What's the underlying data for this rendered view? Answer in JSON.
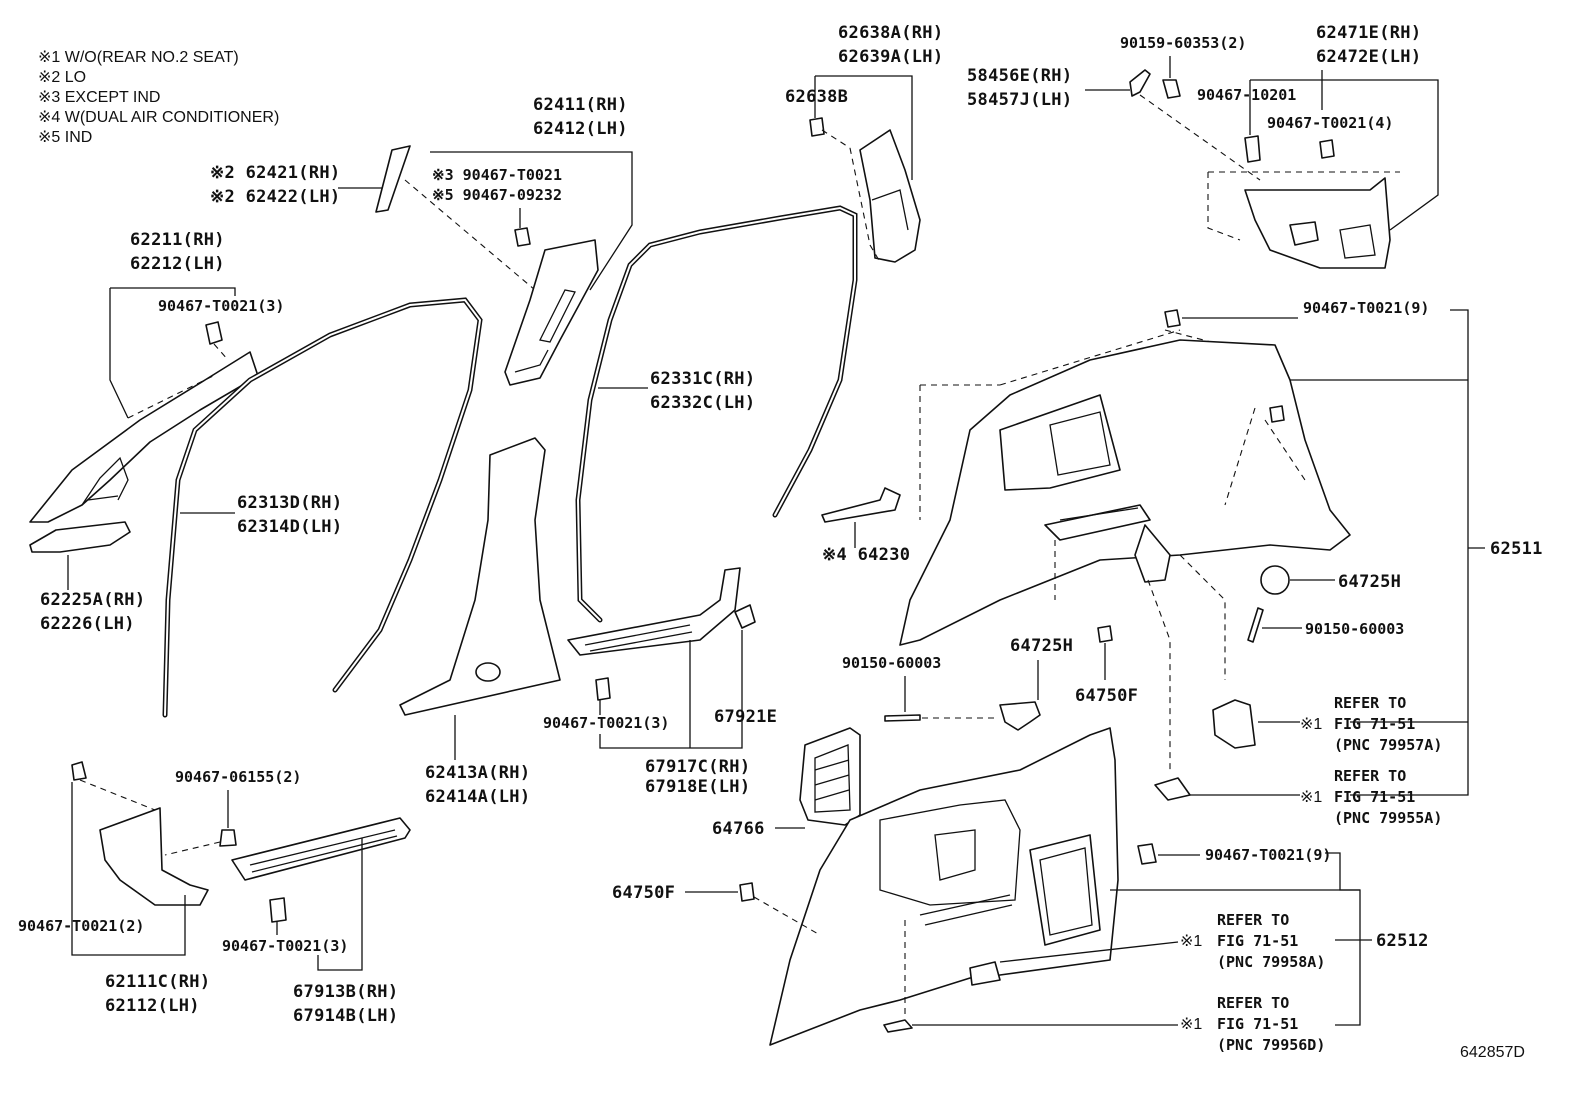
{
  "notes": [
    "※1 W/O(REAR NO.2 SEAT)",
    "※2 LO",
    "※3 EXCEPT IND",
    "※4 W(DUAL AIR CONDITIONER)",
    "※5 IND"
  ],
  "labels": {
    "p62421": "※2 62421(RH)",
    "p62422": "※2 62422(LH)",
    "p62411": "62411(RH)",
    "p62412": "62412(LH)",
    "p90467_t0021_a": "※3 90467-T0021",
    "p90467_09232": "※5 90467-09232",
    "p62211": "62211(RH)",
    "p62212": "62212(LH)",
    "p90467_t0021_3a": "90467-T0021(3)",
    "p62313d": "62313D(RH)",
    "p62314d": "62314D(LH)",
    "p62225a": "62225A(RH)",
    "p62226": "62226(LH)",
    "p62331c": "62331C(RH)",
    "p62332c": "62332C(LH)",
    "p62638a": "62638A(RH)",
    "p62639a": "62639A(LH)",
    "p62638b": "62638B",
    "p58456e": "58456E(RH)",
    "p58457j": "58457J(LH)",
    "p90159_60353": "90159-60353(2)",
    "p62471e": "62471E(RH)",
    "p62472e": "62472E(LH)",
    "p90467_10201": "90467-10201",
    "p90467_t0021_4": "90467-T0021(4)",
    "p90467_t0021_9a": "90467-T0021(9)",
    "p62511": "62511",
    "p64230": "※4 64230",
    "p64725h_a": "64725H",
    "p90150_60003_a": "90150-60003",
    "p90150_60003_b": "90150-60003",
    "p64725h_b": "64725H",
    "p64750f_a": "64750F",
    "p62413a": "62413A(RH)",
    "p62414a": "62414A(LH)",
    "p90467_t0021_3b": "90467-T0021(3)",
    "p67921e": "67921E",
    "p67917c": "67917C(RH)",
    "p67918e": "67918E(LH)",
    "p90467_06155": "90467-06155(2)",
    "p90467_t0021_2": "90467-T0021(2)",
    "p62111c": "62111C(RH)",
    "p62112": "62112(LH)",
    "p90467_t0021_3c": "90467-T0021(3)",
    "p67913b": "67913B(RH)",
    "p67914b": "67914B(LH)",
    "p64766": "64766",
    "p64750f_b": "64750F",
    "p90467_t0021_9b": "90467-T0021(9)",
    "p62512": "62512"
  },
  "refs": [
    {
      "mark": "※1",
      "l1": "REFER TO",
      "l2": "FIG 71-51",
      "l3": "(PNC 79957A)"
    },
    {
      "mark": "※1",
      "l1": "REFER TO",
      "l2": "FIG 71-51",
      "l3": "(PNC 79955A)"
    },
    {
      "mark": "※1",
      "l1": "REFER TO",
      "l2": "FIG 71-51",
      "l3": "(PNC 79958A)"
    },
    {
      "mark": "※1",
      "l1": "REFER TO",
      "l2": "FIG 71-51",
      "l3": "(PNC 79956D)"
    }
  ],
  "diagram_id": "642857D"
}
